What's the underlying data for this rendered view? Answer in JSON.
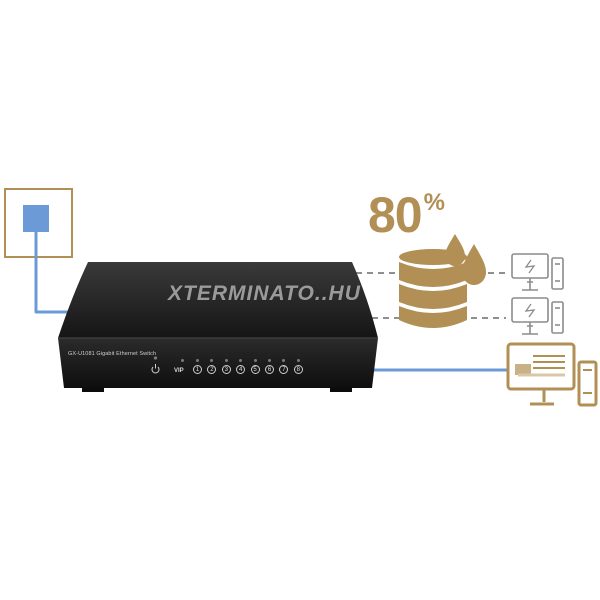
{
  "stat": {
    "value": "80",
    "unit": "%"
  },
  "device": {
    "model_label": "GX-U1081  Gigabit Ethernet Switch",
    "vip_label": "VIP",
    "ports": [
      "1",
      "2",
      "3",
      "4",
      "5",
      "6",
      "7",
      "8"
    ]
  },
  "watermark": {
    "text": "XTERMINATO..HU"
  },
  "colors": {
    "gold": "#b28f54",
    "blue": "#6b9ad6",
    "switch_body": "#1e1e1e",
    "dashed": "#8f8f8f"
  },
  "icons": {
    "wall_outlet": "wall-outlet-icon",
    "database": "database-stack-icon",
    "droplets": "water-droplet-icon",
    "computer_small": "desktop-computer-icon",
    "computer_large": "desktop-computer-icon",
    "power": "power-icon"
  }
}
